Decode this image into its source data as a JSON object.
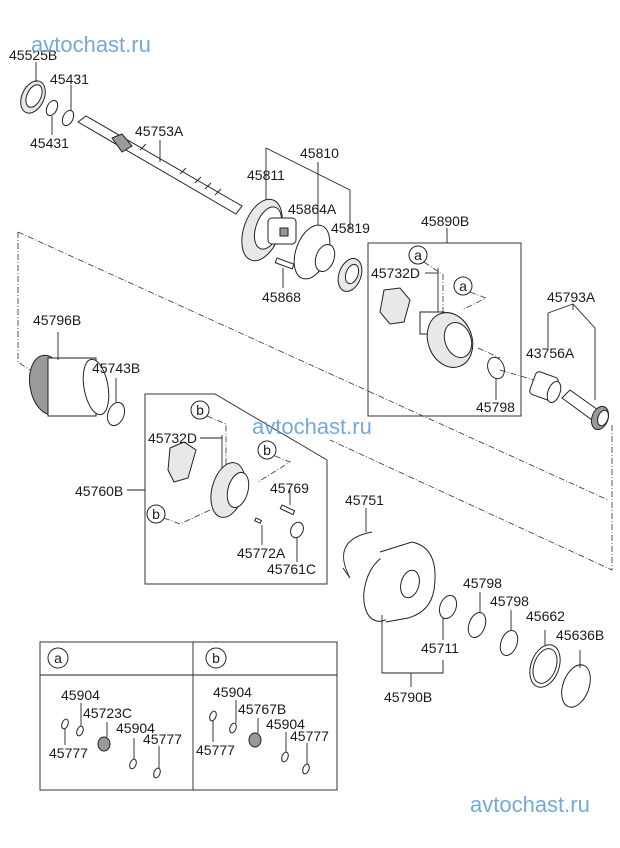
{
  "watermarks": [
    "avtochast.ru",
    "avtochast.ru",
    "avtochast.ru"
  ],
  "labels": {
    "p45525B": "45525B",
    "p45431_top": "45431",
    "p45431_bot": "45431",
    "p45753A": "45753A",
    "p45810": "45810",
    "p45811": "45811",
    "p45864A": "45864A",
    "p45819": "45819",
    "p45868": "45868",
    "p45890B": "45890B",
    "p45732D_a": "45732D",
    "p45793A": "45793A",
    "p43756A": "43756A",
    "p45798_box": "45798",
    "p45796B": "45796B",
    "p45743B": "45743B",
    "p45732D_b": "45732D",
    "p45760B": "45760B",
    "p45769": "45769",
    "p45772A": "45772A",
    "p45761C": "45761C",
    "p45751": "45751",
    "p45798_1": "45798",
    "p45798_2": "45798",
    "p45662": "45662",
    "p45636B": "45636B",
    "p45711": "45711",
    "p45790B": "45790B"
  },
  "callouts": {
    "a": "a",
    "b": "b"
  },
  "legend": {
    "panel_a": {
      "marker": "a",
      "labels": [
        "45904",
        "45723C",
        "45904",
        "45777",
        "45777"
      ]
    },
    "panel_b": {
      "marker": "b",
      "labels": [
        "45904",
        "45767B",
        "45904",
        "45777",
        "45777"
      ]
    }
  }
}
